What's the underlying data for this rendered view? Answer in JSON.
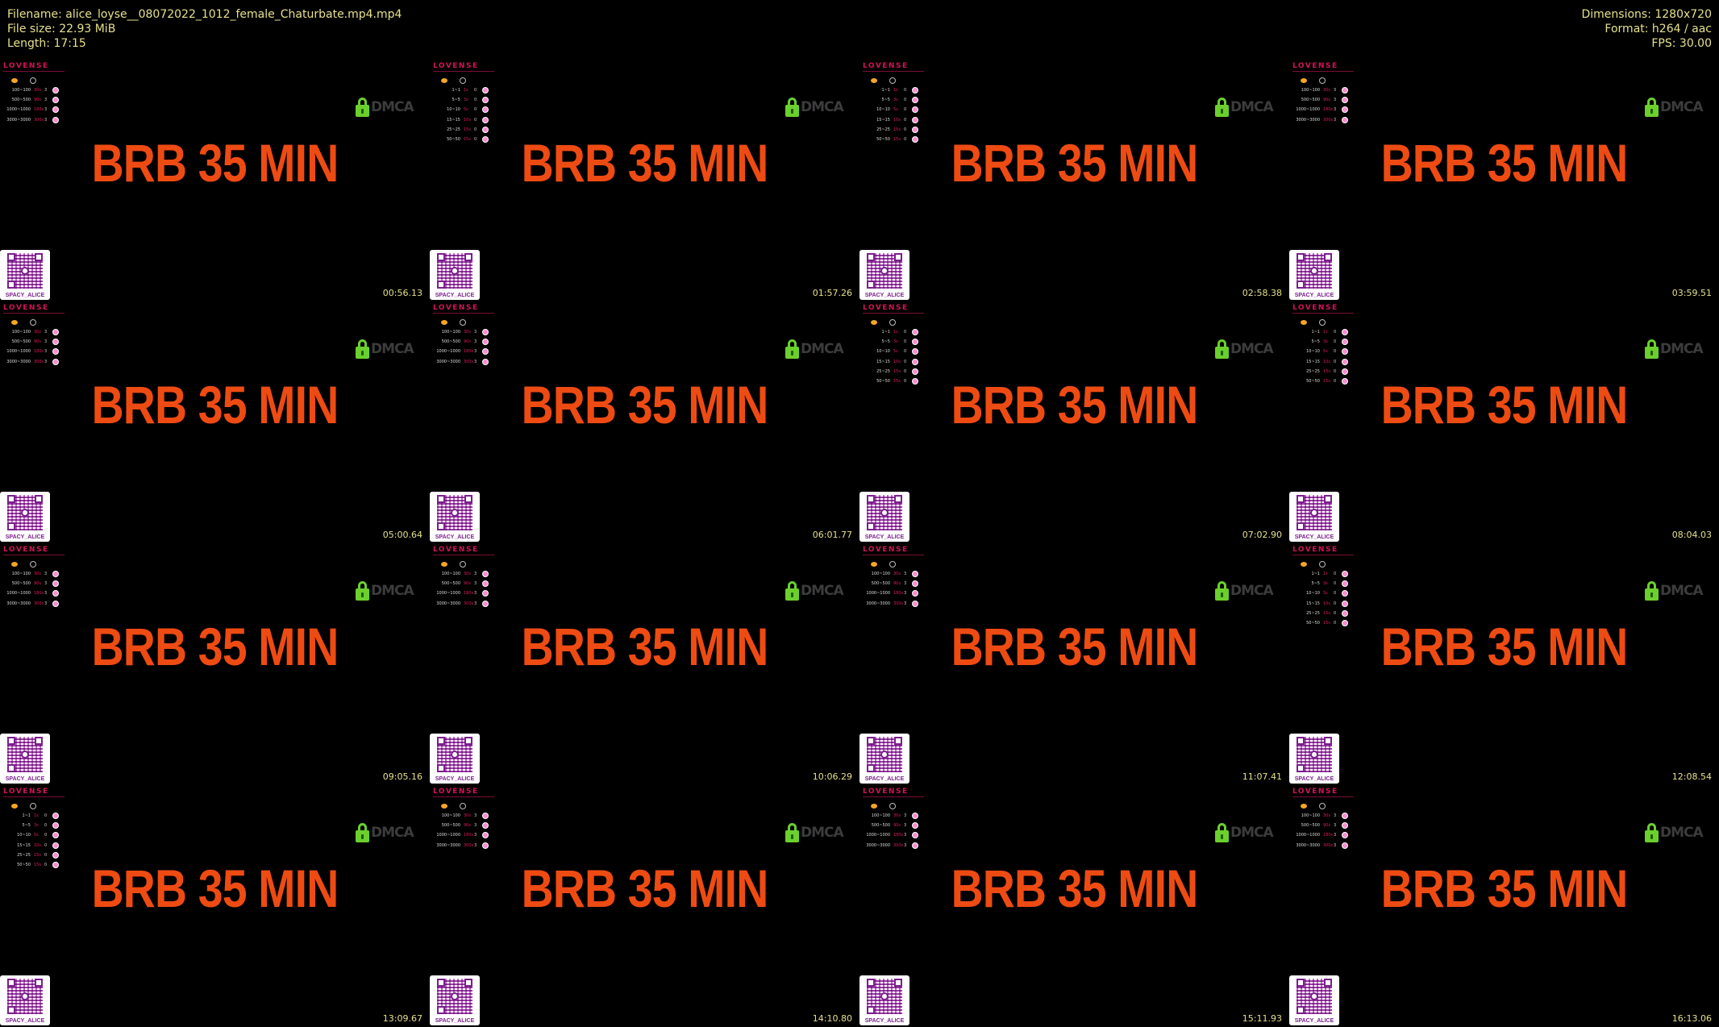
{
  "header": {
    "left": [
      "Filename: alice_loyse__08072022_1012_female_Chaturbate.mp4.mp4",
      "File size: 22.93 MiB",
      "Length: 17:15"
    ],
    "right": [
      "Dimensions: 1280x720",
      "Format: h264 / aac",
      "FPS: 30.00"
    ]
  },
  "overlay": {
    "lovense_logo": "LOVENSE",
    "dmca": "DMCA",
    "brb": "BRB 35 MIN",
    "qr_label": "SPACY_ALICE",
    "menu_a": [
      {
        "range": "100~100",
        "dur": "30s",
        "lvl": "3"
      },
      {
        "range": "500~500",
        "dur": "90s",
        "lvl": "3"
      },
      {
        "range": "1000~1000",
        "dur": "180s",
        "lvl": "3"
      },
      {
        "range": "3000~3000",
        "dur": "300s",
        "lvl": "3"
      }
    ],
    "menu_b": [
      {
        "range": "1~1",
        "dur": "1s",
        "lvl": "0"
      },
      {
        "range": "5~5",
        "dur": "3s",
        "lvl": "0"
      },
      {
        "range": "10~10",
        "dur": "5s",
        "lvl": "0"
      },
      {
        "range": "15~15",
        "dur": "10s",
        "lvl": "0"
      },
      {
        "range": "25~25",
        "dur": "15s",
        "lvl": "0"
      },
      {
        "range": "50~50",
        "dur": "15s",
        "lvl": "0"
      }
    ]
  },
  "thumbnails": [
    {
      "timestamp": "00:56.13",
      "menu": "a"
    },
    {
      "timestamp": "01:57.26",
      "menu": "b"
    },
    {
      "timestamp": "02:58.38",
      "menu": "b"
    },
    {
      "timestamp": "03:59.51",
      "menu": "a"
    },
    {
      "timestamp": "05:00.64",
      "menu": "a"
    },
    {
      "timestamp": "06:01.77",
      "menu": "a"
    },
    {
      "timestamp": "07:02.90",
      "menu": "b"
    },
    {
      "timestamp": "08:04.03",
      "menu": "b"
    },
    {
      "timestamp": "09:05.16",
      "menu": "a"
    },
    {
      "timestamp": "10:06.29",
      "menu": "a"
    },
    {
      "timestamp": "11:07.41",
      "menu": "a"
    },
    {
      "timestamp": "12:08.54",
      "menu": "b"
    },
    {
      "timestamp": "13:09.67",
      "menu": "b"
    },
    {
      "timestamp": "14:10.80",
      "menu": "a"
    },
    {
      "timestamp": "15:11.93",
      "menu": "a"
    },
    {
      "timestamp": "16:13.06",
      "menu": "a"
    }
  ]
}
